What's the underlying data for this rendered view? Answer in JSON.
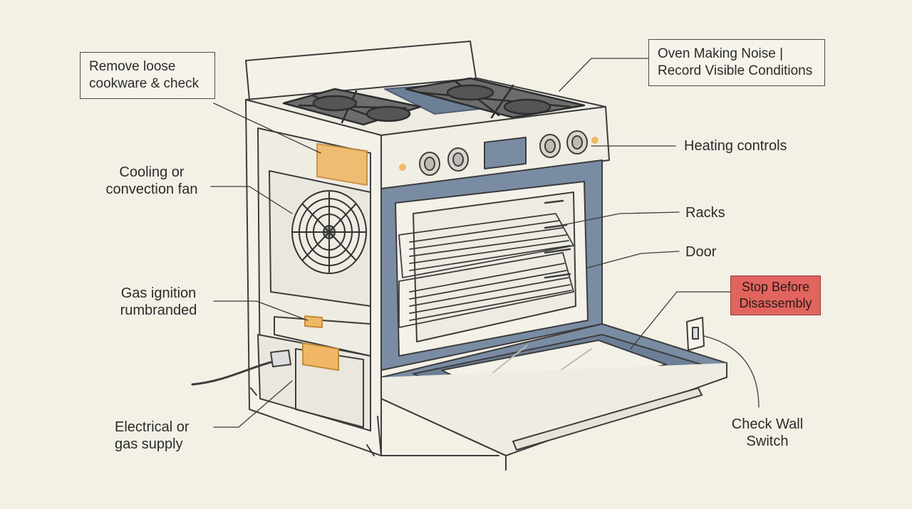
{
  "callouts": {
    "remove_cookware": "Remove loose\ncookware & check",
    "oven_noise": "Oven Making Noise |\nRecord Visible Conditions",
    "heating_controls": "Heating controls",
    "cooling_fan": "Cooling or\nconvection fan",
    "racks": "Racks",
    "door": "Door",
    "stop_disassembly": "Stop Before\nDisassembly",
    "gas_ignition": "Gas ignition\nrumbranded",
    "electrical_supply": "Electrical or\ngas supply",
    "wall_switch": "Check Wall\nSwitch"
  },
  "colors": {
    "background": "#f3f0e6",
    "outline": "#3d3d3d",
    "door_blue": "#6c7f97",
    "highlight_orange": "#f0b866",
    "alert_red": "#e1645e"
  }
}
